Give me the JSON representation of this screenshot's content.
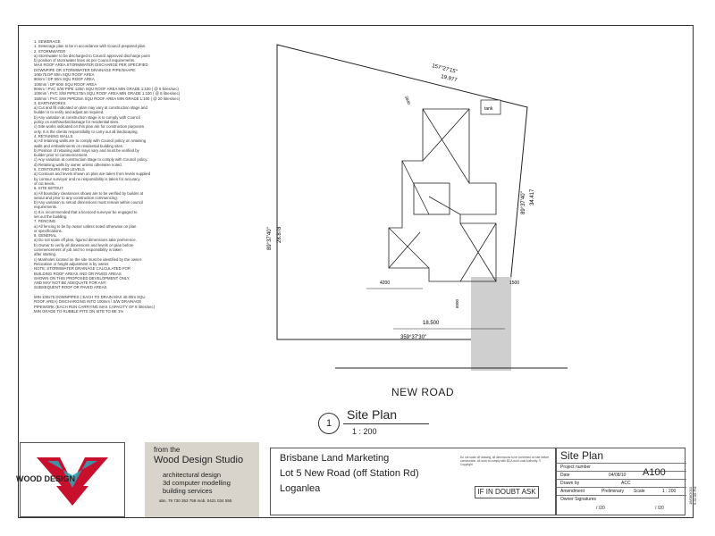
{
  "notes": [
    "1. SEWERAGE",
    "1. Sewerage plan to be in accordance with Council prepared plan.",
    "2. STORMWATER",
    "a) Stormwater to be discharged to Council approved discharge point",
    "b) position of stormwater lines as per Council requirements.",
    "   MAX ROOF AREA STORMWATER DISCHARGE PER SPECIFIED",
    "   DOWNPIPE OR STORMWATER DRAINAGE PIPE/SHAPE:",
    "100x75 DP            50m SQU ROOF AREA",
    "90mm \\ DP            50m SQU ROOF AREA",
    "100mm \\ DP           60m SQU ROOF AREA",
    "90mm \\ PVC S/W PIPE 125m SQU ROOF AREA  MIN GRADE 1:100 ( @ 6 litres/sec)",
    "100mm \\ PVC S/W PIPE170m SQU ROOF AREA  MIN GRADE 1:100 ( @ 8 litres/sec)",
    "150mm \\ PVC S/W PIPE25m SQU ROOF AREA  MIN GRADE 1:100 ( @ 20 litres/sec)",
    "3. EARTHWORKS",
    "a) Cut and fill indicated on plan may vary at construction stage and",
    "   builder is to verify and adjust as required.",
    "b) Any variation at construction stage is to comply with Council",
    "   policy on earthworks/drainage for residential sites.",
    "c) Site works indicated on this plan are for construction purposes",
    "   only. It is the clients responsibility to carry out all landscaping.",
    "4. RETAINING WALLS",
    "a) All retaining walls are to comply with Council policy on retaining",
    "   walls and embankments on residential building sites.",
    "b) Position of retaining wall mays vary and must be verified by",
    "   builder prior to commencement.",
    "c) Any variation at construction stage to comply with Council policy.",
    "d) Retaining walls by owner unless otherwise noted.",
    "5. CONTOURS AND LEVELS",
    "a) Contours and levels shown on plan are taken from levels supplied",
    "   by contour surveyor and no responsibility is taken for accuracy",
    "   of cut levels.",
    "6. SITE SETOUT",
    "a) All boundary clearances shown are to be verified by builder at",
    "   setout and prior to any construction commencing.",
    "b) Any variation to setout dimensions must remain within council",
    "   requirements.",
    "c) It is recommended that a licenced surveyor be engaged to",
    "   set out the building.",
    "7. FENCING",
    "a) All fencing to be by owner unless noted otherwise on plan",
    "   or specifications.",
    "8. GENERAL",
    "a) Do not scale off plan, figured dimensions take preference.",
    "b) Owner to verify all dimensions and levels on plan before",
    "   commencement of job and no responsibility is taken",
    "   after starting.",
    "c) Manholes located on the site must be identified by the owner.",
    "   Relocation or height adjustment is by owner.",
    "NOTE: STORMWATER DRAINAGE CALCULATED FOR",
    "BUILDING ROOF AREAS AND OR PAVED AREAS",
    "SHOWN ON THIS PROPOSED DEVELOPMENT ONLY,",
    "AND MAY NOT BE ADEQUATE FOR ANY",
    "SUBSEQUENT ROOF OR PAVED AREAS.",
    "",
    "MIN 100x75 DOWNPIPES ( EACH TO DRAIN MAX 40.00m SQU",
    "ROOF AREA) DISCHARGING INTO 100mm \\ S/W DRAINAGE",
    "PIPEWORK (EACH RUN CARRYING MAX CAPACITY OF 8 litres/sec)",
    "MIN GRADE TO RUBBLE PITS ON SITE TO BE 1%"
  ],
  "plan": {
    "bearing_top": "157°27'15\"",
    "dim_top": "19.977",
    "dim_side_small": "3840",
    "bearing_left": "89°37'40\"",
    "dim_left": "28.878",
    "bearing_right": "89°37'40\"",
    "dim_right": "34.417",
    "dim_4200": "4200",
    "dim_1500": "1500",
    "dim_6000": "6000",
    "dim_bottom": "18.500",
    "bearing_bottom": "359°37'30\"",
    "tank_label": "tank",
    "road_label": "NEW ROAD"
  },
  "view": {
    "number": "1",
    "title": "Site Plan",
    "scale": "1 : 200"
  },
  "title_block": {
    "logo_text": "WOOD DESIGN",
    "from_the": "from the",
    "studio_name": "Wood Design Studio",
    "services": [
      "architectural design",
      "3d computer modelling",
      "building services"
    ],
    "abn": "abn. 79 730 353 759 mob. 0421 034 555",
    "client_lines": [
      "Brisbane Land Marketing",
      "Lot 5 New Road (off Station Rd)",
      "Loganlea"
    ],
    "fine_print": "Do not scale off drawing, all dimensions to be confirmed on site before construction. All work to comply with BCA and Local Authority. © Copyright",
    "if_in_doubt": "IF IN DOUBT ASK",
    "sheet_title": "Site Plan",
    "project_number_label": "Project number",
    "date_label": "Date",
    "date_value": "04/08/10",
    "drawing_number": "A100",
    "drawn_by_label": "Drawn by",
    "drawn_by_value": "ACC",
    "amendment_label": "Amendment",
    "amendment_value": "Preliminary",
    "scale_label": "Scale",
    "scale_value": "1 : 200",
    "owner_sig_label": "Owner Signatures",
    "sig_date_1": "/    /20",
    "sig_date_2": "/    /20",
    "side_stamp": "18/08/2010 9:32:06 PM"
  },
  "colors": {
    "logo_red": "#c8102e",
    "logo_teal": "#2aa7b8",
    "studio_bg": "#d8d4cc",
    "paving": "#bdbdbd"
  }
}
